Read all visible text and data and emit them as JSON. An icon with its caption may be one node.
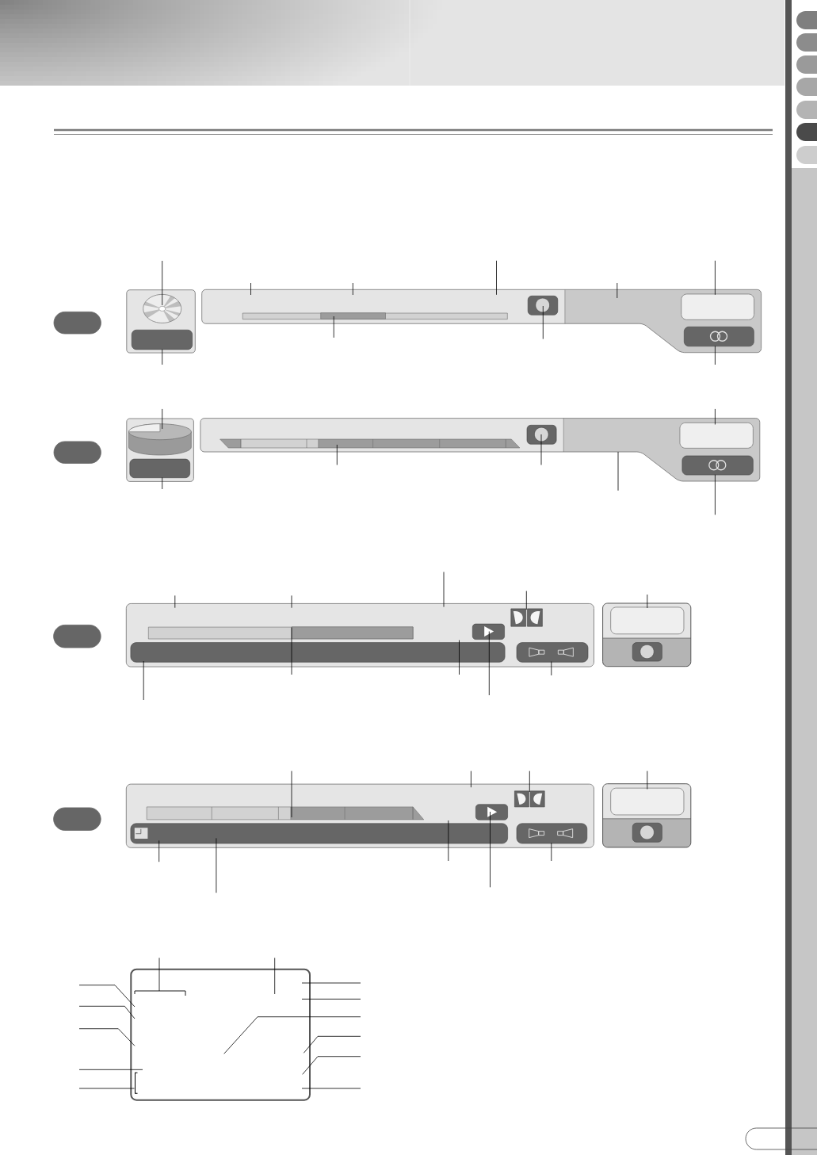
{
  "diagram": {
    "nodes": [
      {
        "text": [],
        "shape": "box"
      },
      {
        "text": [],
        "shape": "box"
      },
      {
        "text": [],
        "shape": "picture",
        "in": 1
      },
      {
        "text": [],
        "shape": "box",
        "in": 1
      },
      {
        "text": [],
        "shape": "box"
      },
      {
        "text": [],
        "shape": "bar",
        "in": 4
      },
      {
        "text": [],
        "shape": "box",
        "in": 4
      },
      {
        "text": [],
        "shape": "box",
        "in": 4
      },
      {
        "text": [],
        "shape": "box",
        "in": 4
      },
      {
        "text": [],
        "shape": "box"
      },
      {
        "text": [],
        "shape": "box"
      },
      {
        "text": [],
        "shape": "cylinder",
        "in": 10
      },
      {
        "text": [],
        "shape": "box",
        "in": 10
      },
      {
        "text": [],
        "shape": "box"
      },
      {
        "text": [],
        "shape": "bar",
        "in": 13
      },
      {
        "text": [],
        "shape": "box",
        "in": 13
      },
      {
        "text": [],
        "shape": "box",
        "in": 13
      },
      {
        "text": [],
        "shape": "box",
        "in": 13
      },
      {
        "text": [],
        "shape": "box"
      },
      {
        "text": [],
        "shape": "box"
      },
      {
        "text": [],
        "shape": "bar",
        "in": 19
      },
      {
        "text": [],
        "shape": "box",
        "in": 19
      },
      {
        "text": [],
        "shape": "box",
        "in": 19
      },
      {
        "text": [],
        "shape": "picture",
        "in": 19
      },
      {
        "text": [],
        "shape": "box",
        "in": 19
      },
      {
        "text": [],
        "shape": "box"
      },
      {
        "text": [],
        "shape": "box",
        "in": 25
      },
      {
        "text": [],
        "shape": "box",
        "in": 25
      },
      {
        "text": [],
        "shape": "box"
      },
      {
        "text": [],
        "shape": "box"
      },
      {
        "text": [],
        "shape": "bar",
        "in": 29
      },
      {
        "text": [],
        "shape": "box",
        "in": 29
      },
      {
        "text": [],
        "shape": "box",
        "in": 29
      },
      {
        "text": [],
        "shape": "picture",
        "in": 29
      },
      {
        "text": [],
        "shape": "box",
        "in": 29
      },
      {
        "text": [],
        "shape": "box"
      },
      {
        "text": [],
        "shape": "box",
        "in": 35
      },
      {
        "text": [],
        "shape": "box",
        "in": 35
      },
      {
        "text": [],
        "shape": "box"
      }
    ],
    "edges": [
      {
        "from": null,
        "to": 2,
        "arrow": "none"
      },
      {
        "from": null,
        "to": 3,
        "arrow": "none"
      },
      {
        "from": null,
        "to": 4,
        "arrow": "none"
      },
      {
        "from": null,
        "to": 4,
        "arrow": "none"
      },
      {
        "from": null,
        "to": 4,
        "arrow": "none"
      },
      {
        "from": null,
        "to": 4,
        "arrow": "none"
      },
      {
        "from": null,
        "to": 7,
        "arrow": "none"
      },
      {
        "from": null,
        "to": 5,
        "arrow": "none"
      },
      {
        "from": null,
        "to": 6,
        "arrow": "none"
      },
      {
        "from": null,
        "to": 8,
        "arrow": "none"
      },
      {
        "from": null,
        "to": 11,
        "arrow": "none"
      },
      {
        "from": null,
        "to": 12,
        "arrow": "none"
      },
      {
        "from": null,
        "to": 14,
        "arrow": "none"
      },
      {
        "from": null,
        "to": 15,
        "arrow": "none"
      },
      {
        "from": null,
        "to": 13,
        "arrow": "none"
      },
      {
        "from": null,
        "to": 16,
        "arrow": "none"
      },
      {
        "from": null,
        "to": 17,
        "arrow": "none"
      },
      {
        "from": null,
        "to": 19,
        "arrow": "none"
      },
      {
        "from": null,
        "to": 19,
        "arrow": "none"
      },
      {
        "from": null,
        "to": 19,
        "arrow": "none"
      },
      {
        "from": null,
        "to": 23,
        "arrow": "none"
      },
      {
        "from": null,
        "to": 26,
        "arrow": "none"
      },
      {
        "from": null,
        "to": 21,
        "arrow": "none"
      },
      {
        "from": null,
        "to": 20,
        "arrow": "none"
      },
      {
        "from": null,
        "to": 21,
        "arrow": "none"
      },
      {
        "from": null,
        "to": 22,
        "arrow": "none"
      },
      {
        "from": null,
        "to": 24,
        "arrow": "none"
      },
      {
        "from": null,
        "to": 30,
        "arrow": "none"
      },
      {
        "from": null,
        "to": 29,
        "arrow": "none"
      },
      {
        "from": null,
        "to": 33,
        "arrow": "none"
      },
      {
        "from": null,
        "to": 36,
        "arrow": "none"
      },
      {
        "from": null,
        "to": 31,
        "arrow": "none"
      },
      {
        "from": null,
        "to": 31,
        "arrow": "none"
      },
      {
        "from": null,
        "to": 31,
        "arrow": "none"
      },
      {
        "from": null,
        "to": 32,
        "arrow": "none"
      },
      {
        "from": null,
        "to": 34,
        "arrow": "none"
      },
      {
        "from": null,
        "to": 38,
        "arrow": "none"
      },
      {
        "from": null,
        "to": 38,
        "arrow": "none"
      },
      {
        "from": null,
        "to": 38,
        "arrow": "none"
      },
      {
        "from": null,
        "to": 38,
        "arrow": "none"
      },
      {
        "from": null,
        "to": 38,
        "arrow": "none"
      },
      {
        "from": null,
        "to": 38,
        "arrow": "none"
      },
      {
        "from": null,
        "to": 38,
        "arrow": "none"
      },
      {
        "from": null,
        "to": 38,
        "arrow": "none"
      },
      {
        "from": null,
        "to": 38,
        "arrow": "none"
      },
      {
        "from": null,
        "to": 38,
        "arrow": "none"
      },
      {
        "from": null,
        "to": 38,
        "arrow": "none"
      },
      {
        "from": null,
        "to": 38,
        "arrow": "none"
      },
      {
        "from": null,
        "to": 38,
        "arrow": "none"
      }
    ]
  }
}
